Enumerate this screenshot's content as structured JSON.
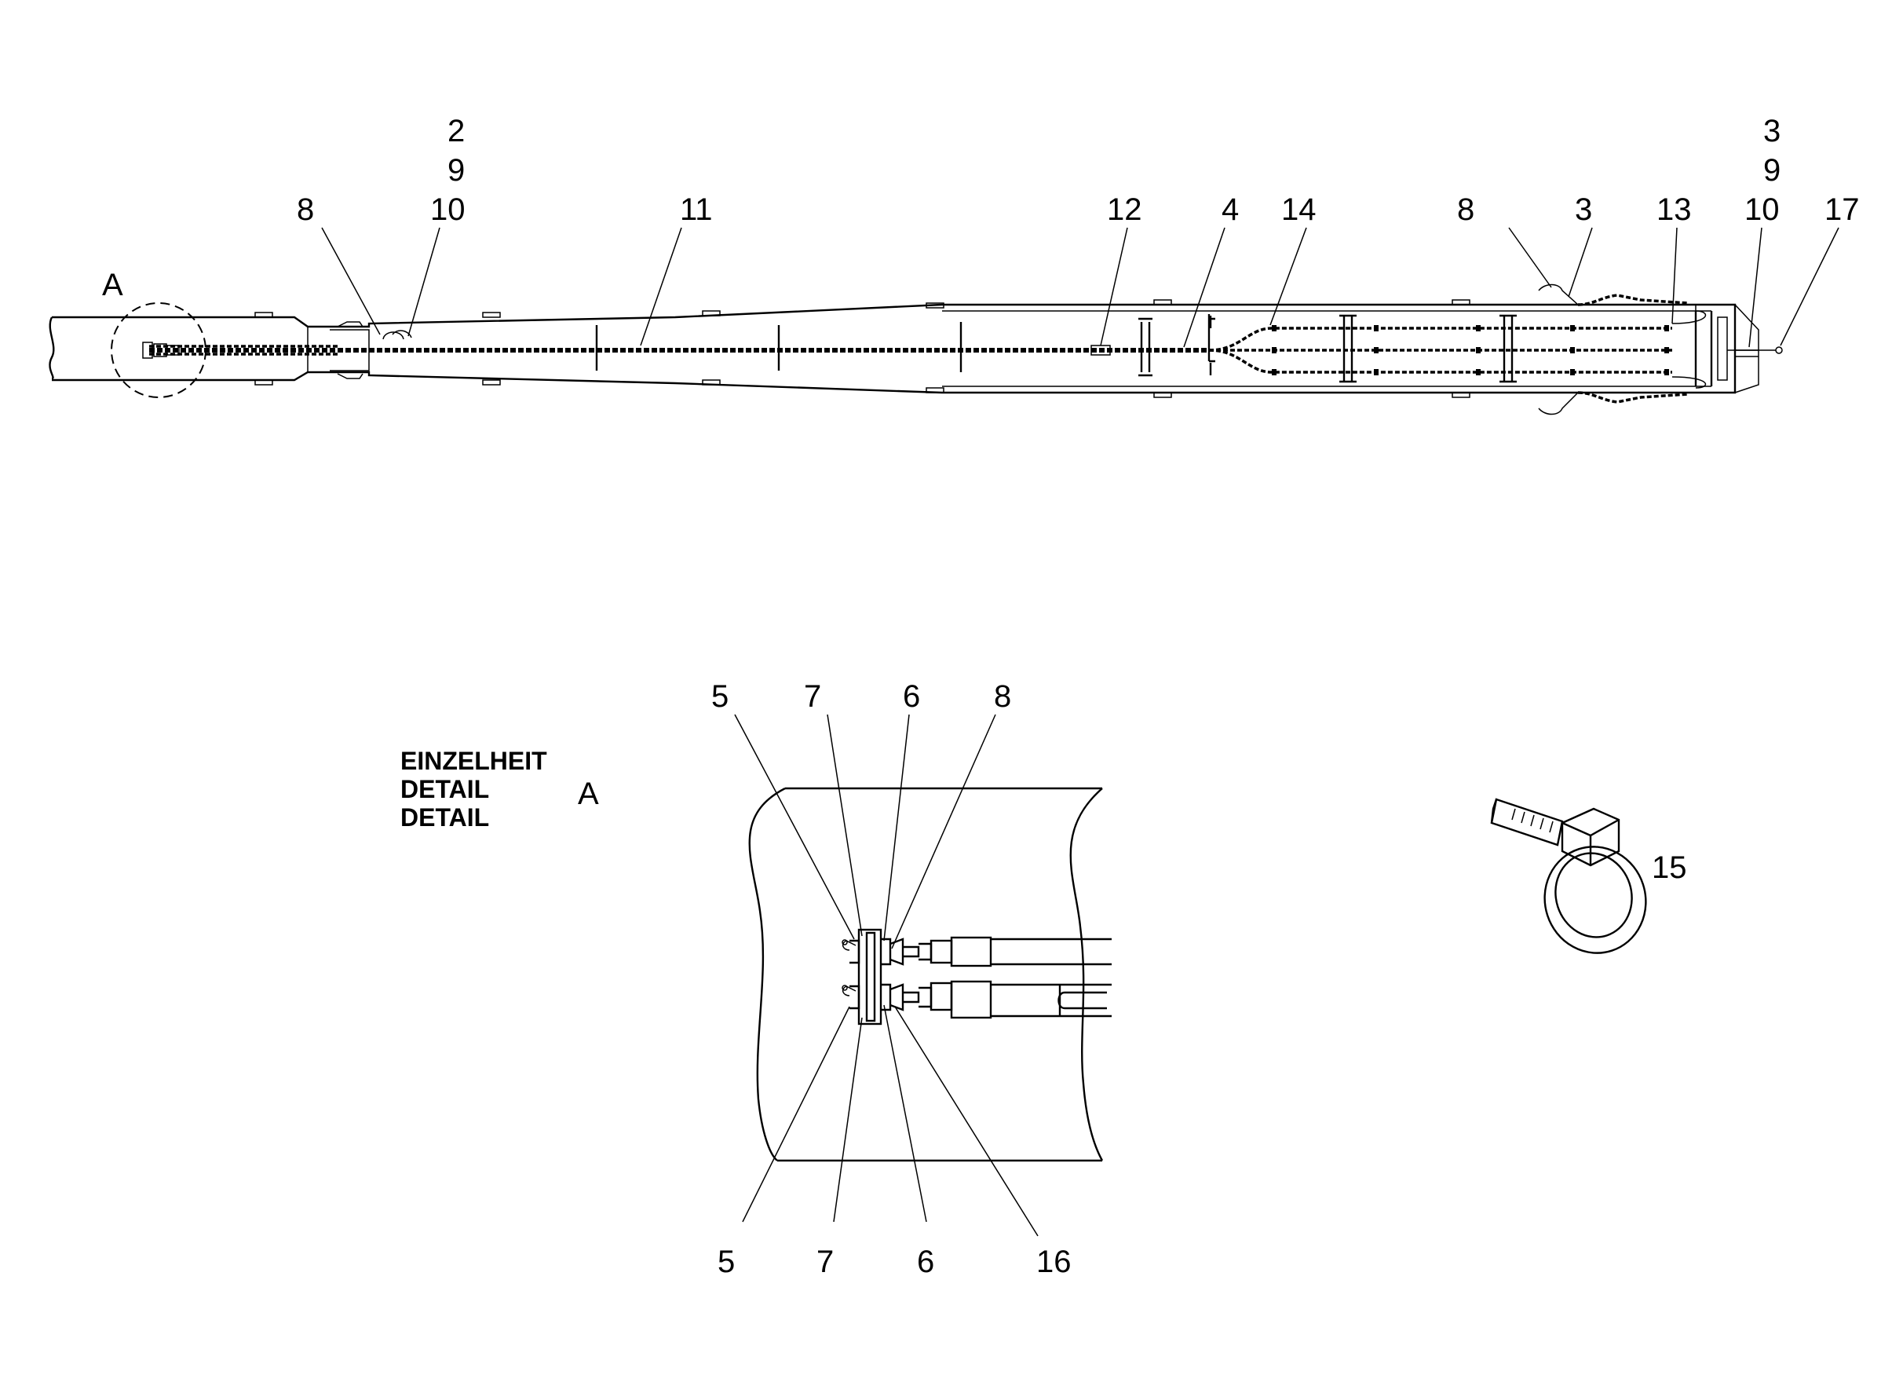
{
  "drawing": {
    "main_view": {
      "detail_marker": "A",
      "callouts": [
        {
          "id": "c-2",
          "text": "2"
        },
        {
          "id": "c-9a",
          "text": "9"
        },
        {
          "id": "c-10a",
          "text": "10"
        },
        {
          "id": "c-8a",
          "text": "8"
        },
        {
          "id": "c-11",
          "text": "11"
        },
        {
          "id": "c-12",
          "text": "12"
        },
        {
          "id": "c-4",
          "text": "4"
        },
        {
          "id": "c-14",
          "text": "14"
        },
        {
          "id": "c-8b",
          "text": "8"
        },
        {
          "id": "c-3a",
          "text": "3"
        },
        {
          "id": "c-13",
          "text": "13"
        },
        {
          "id": "c-3b",
          "text": "3"
        },
        {
          "id": "c-9b",
          "text": "9"
        },
        {
          "id": "c-10b",
          "text": "10"
        },
        {
          "id": "c-17",
          "text": "17"
        }
      ]
    },
    "detail_view": {
      "title_lines": [
        "EINZELHEIT",
        "DETAIL",
        "DETAIL"
      ],
      "marker": "A",
      "callouts_top": [
        "5",
        "7",
        "6",
        "8"
      ],
      "callouts_bottom": [
        "5",
        "7",
        "6",
        "16"
      ]
    },
    "cable_tie": {
      "callout": "15"
    }
  }
}
